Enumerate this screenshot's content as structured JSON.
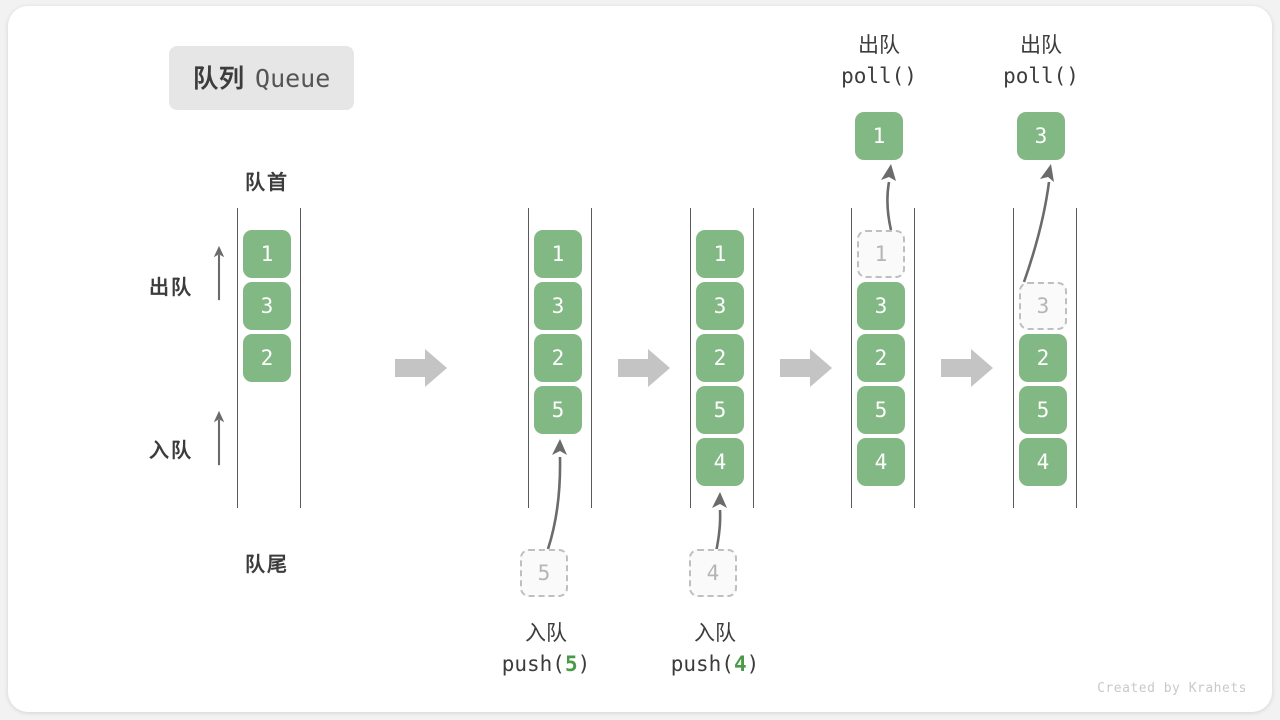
{
  "title": {
    "cn": "队列",
    "en": "Queue"
  },
  "labels": {
    "head": "队首",
    "tail": "队尾",
    "dequeue": "出队",
    "enqueue": "入队"
  },
  "credit": "Created by Krahets",
  "colors": {
    "element_green": "#82b883",
    "ghost_border": "#bfbfbf",
    "ghost_fill": "#fafafa",
    "rail": "#5a5a5a",
    "flow_arrow": "#c4c4c4",
    "badge_bg": "#e6e6e6",
    "text": "#3c3c3c",
    "code_number": "#4a9a4a"
  },
  "columns": [
    {
      "name": "initial-queue",
      "cells": [
        {
          "value": "1",
          "state": "filled"
        },
        {
          "value": "3",
          "state": "filled"
        },
        {
          "value": "2",
          "state": "filled"
        }
      ]
    },
    {
      "name": "after-push-5",
      "cells": [
        {
          "value": "1",
          "state": "filled"
        },
        {
          "value": "3",
          "state": "filled"
        },
        {
          "value": "2",
          "state": "filled"
        },
        {
          "value": "5",
          "state": "filled"
        }
      ]
    },
    {
      "name": "after-push-4",
      "cells": [
        {
          "value": "1",
          "state": "filled"
        },
        {
          "value": "3",
          "state": "filled"
        },
        {
          "value": "2",
          "state": "filled"
        },
        {
          "value": "5",
          "state": "filled"
        },
        {
          "value": "4",
          "state": "filled"
        }
      ]
    },
    {
      "name": "after-poll-1",
      "cells": [
        {
          "value": "1",
          "state": "ghost"
        },
        {
          "value": "3",
          "state": "filled"
        },
        {
          "value": "2",
          "state": "filled"
        },
        {
          "value": "5",
          "state": "filled"
        },
        {
          "value": "4",
          "state": "filled"
        }
      ]
    },
    {
      "name": "after-poll-3",
      "cells": [
        {
          "value": "",
          "state": "empty"
        },
        {
          "value": "3",
          "state": "ghost"
        },
        {
          "value": "2",
          "state": "filled"
        },
        {
          "value": "5",
          "state": "filled"
        },
        {
          "value": "4",
          "state": "filled"
        }
      ]
    }
  ],
  "operations": {
    "push_5": {
      "cn": "入队",
      "code_prefix": "push(",
      "code_value": "5",
      "code_suffix": ")",
      "ghost_value": "5"
    },
    "push_4": {
      "cn": "入队",
      "code_prefix": "push(",
      "code_value": "4",
      "code_suffix": ")",
      "ghost_value": "4"
    },
    "poll_1": {
      "cn": "出队",
      "code": "poll()",
      "popped_value": "1"
    },
    "poll_2": {
      "cn": "出队",
      "code": "poll()",
      "popped_value": "3"
    }
  }
}
